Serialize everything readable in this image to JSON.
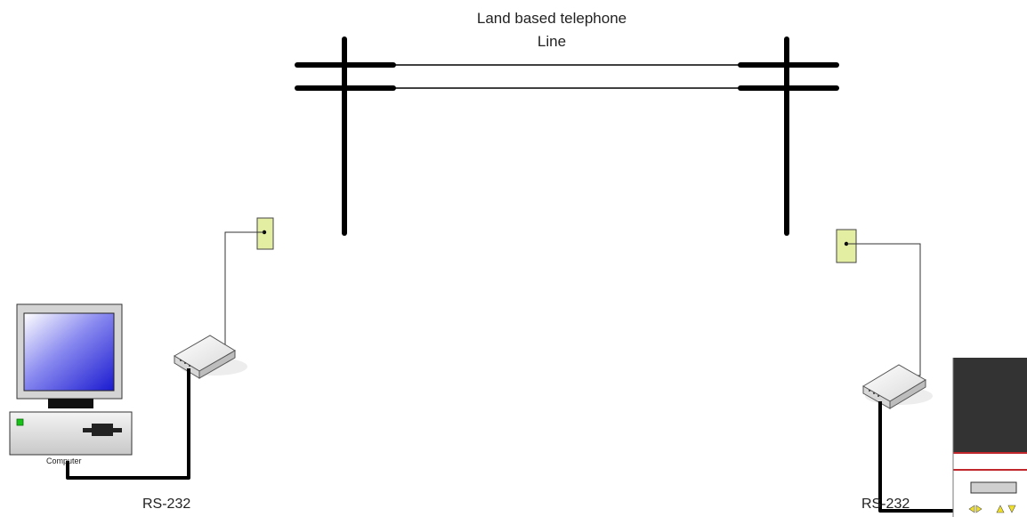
{
  "diagram": {
    "title_line1": "Land based telephone",
    "title_line2": "Line",
    "left_serial_label": "RS-232",
    "right_serial_label": "RS-232",
    "computer_label": "Computer"
  },
  "colors": {
    "wall_jack": "#e4eea2",
    "monitor_screen": "#3b3bd6",
    "panel_dark": "#333333",
    "panel_red": "#c0272d",
    "arrow_yellow": "#f1e02a",
    "line": "#000000"
  }
}
